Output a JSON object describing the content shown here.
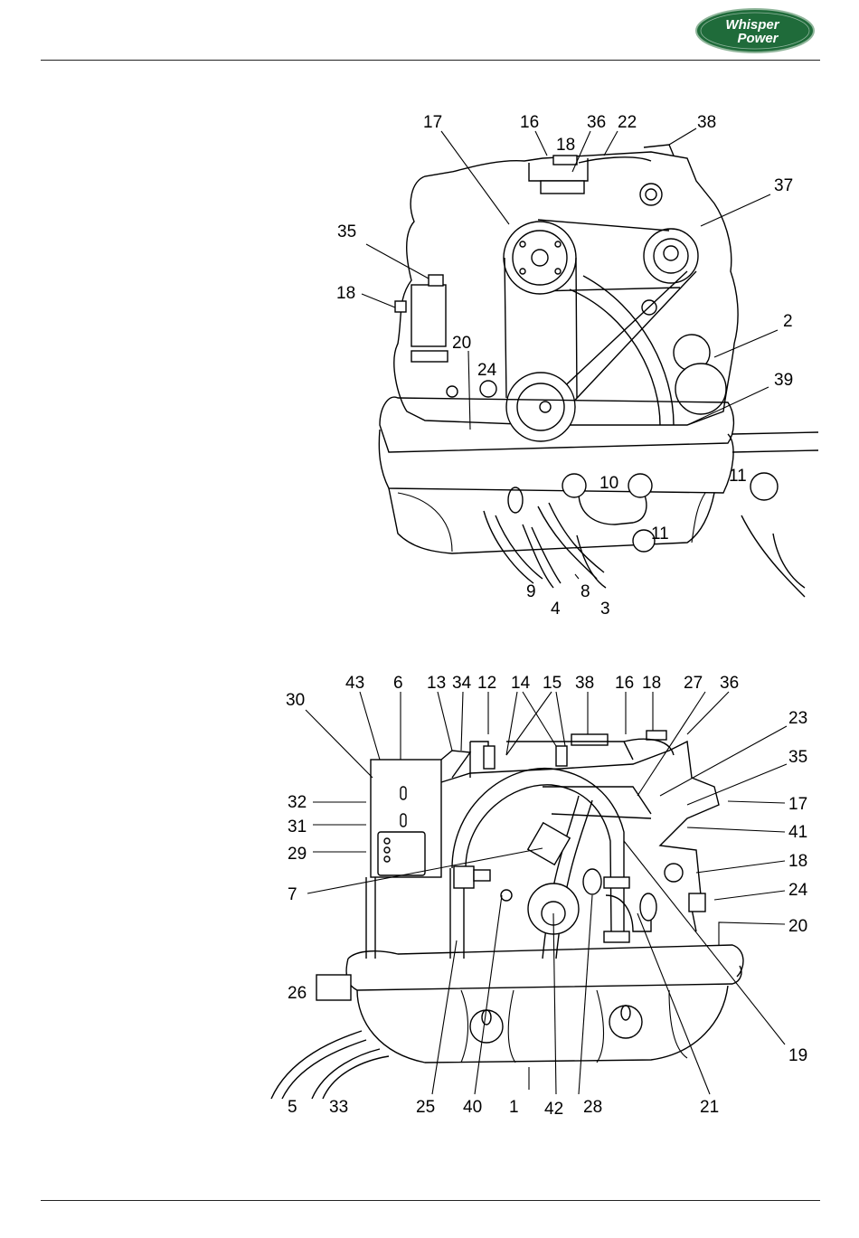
{
  "header": {
    "logo": {
      "name": "WhisperPower logo",
      "line1": "Whisper",
      "line2": "Power",
      "color": "#1f6b3a"
    }
  },
  "figure_top": {
    "callouts": [
      "17",
      "16",
      "36",
      "22",
      "38",
      "18",
      "37",
      "35",
      "18",
      "2",
      "20",
      "24",
      "39",
      "10",
      "11",
      "11",
      "9",
      "4",
      "8",
      "3"
    ]
  },
  "figure_bottom": {
    "callouts": [
      "30",
      "43",
      "6",
      "13",
      "34",
      "12",
      "14",
      "15",
      "38",
      "16",
      "18",
      "27",
      "36",
      "23",
      "35",
      "32",
      "17",
      "31",
      "41",
      "29",
      "18",
      "7",
      "24",
      "20",
      "26",
      "19",
      "5",
      "33",
      "25",
      "40",
      "1",
      "42",
      "28",
      "21"
    ]
  },
  "colors": {
    "ink": "#000000",
    "logo_green": "#1f6b3a",
    "logo_border": "#6e9a7a"
  }
}
